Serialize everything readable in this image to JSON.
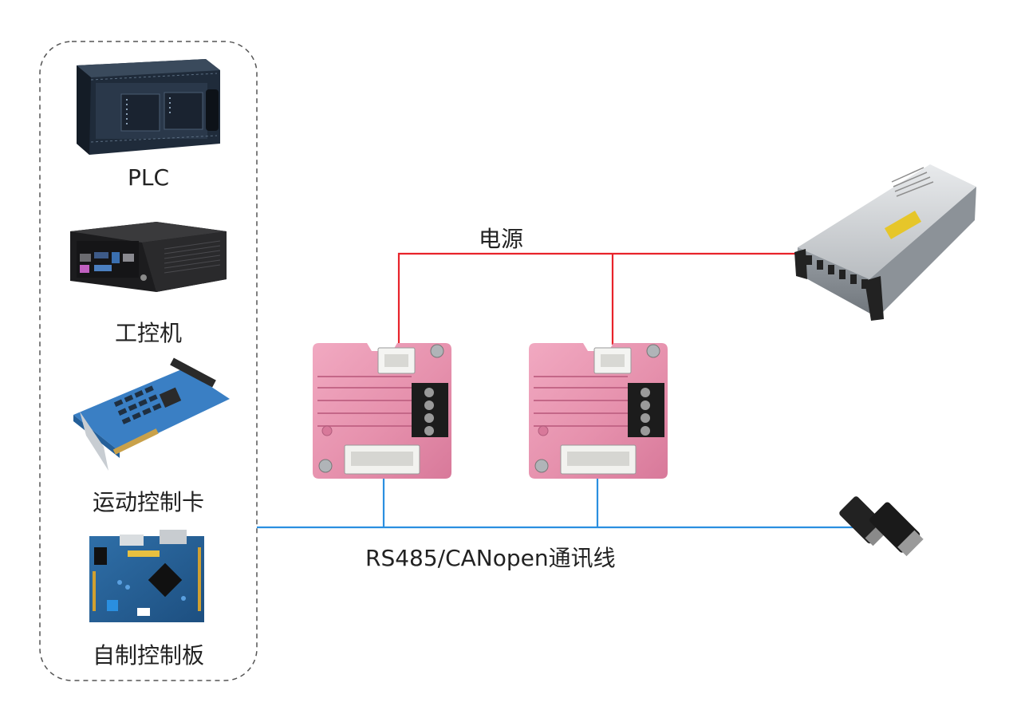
{
  "controllers": {
    "items": [
      {
        "id": "plc",
        "label": "PLC",
        "icon": "plc-module-icon"
      },
      {
        "id": "ipc",
        "label": "工控机",
        "icon": "industrial-pc-icon"
      },
      {
        "id": "motion",
        "label": "运动控制卡",
        "icon": "motion-control-card-icon"
      },
      {
        "id": "board",
        "label": "自制控制板",
        "icon": "custom-control-board-icon"
      }
    ]
  },
  "power": {
    "label": "电源",
    "line_color": "#e8232a",
    "icon": "power-supply-icon"
  },
  "bus": {
    "label": "RS485/CANopen通讯线",
    "line_color": "#2a8fe0",
    "icon": "m8-connector-icon"
  },
  "drives": {
    "color": "#e691ad",
    "count": 2,
    "icon": "integrated-stepper-driver-icon"
  }
}
